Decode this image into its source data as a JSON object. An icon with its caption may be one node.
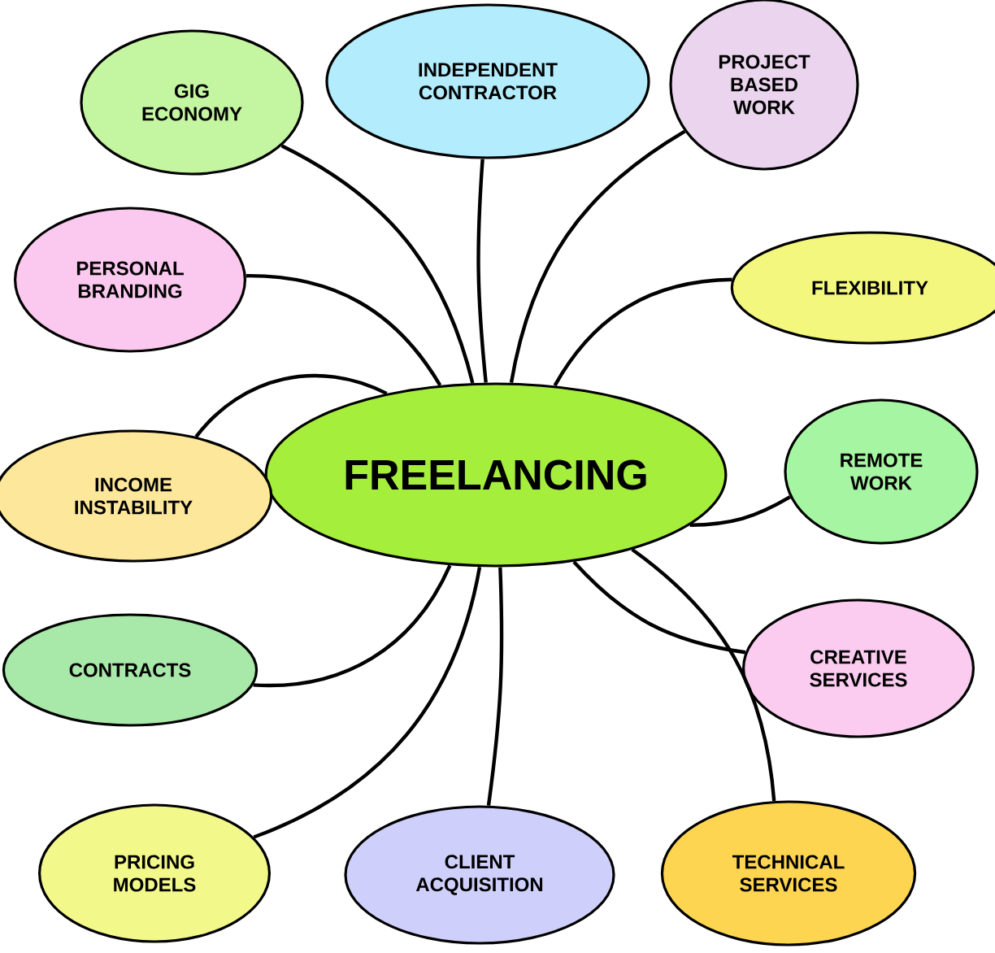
{
  "diagram": {
    "nodes": [
      {
        "text": [
          "FREELANCING"
        ]
      },
      {
        "text": [
          "GIG ECONOMY"
        ]
      },
      {
        "text": [
          "INDEPENDENT CONTRACTOR"
        ]
      },
      {
        "text": [
          "PROJECT BASED WORK"
        ]
      },
      {
        "text": [
          "PERSONAL BRANDING"
        ]
      },
      {
        "text": [
          "FLEXIBILITY"
        ]
      },
      {
        "text": [
          "INCOME INSTABILITY"
        ]
      },
      {
        "text": [
          "REMOTE WORK"
        ]
      },
      {
        "text": [
          "CONTRACTS"
        ]
      },
      {
        "text": [
          "CREATIVE SERVICES"
        ]
      },
      {
        "text": [
          "PRICING MODELS"
        ]
      },
      {
        "text": [
          "CLIENT ACQUISITION"
        ]
      },
      {
        "text": [
          "TECHNICAL SERVICES"
        ]
      }
    ],
    "edges": [
      {
        "from": 0,
        "to": 1,
        "arrow": "none"
      },
      {
        "from": 0,
        "to": 2,
        "arrow": "none"
      },
      {
        "from": 0,
        "to": 3,
        "arrow": "none"
      },
      {
        "from": 0,
        "to": 4,
        "arrow": "none"
      },
      {
        "from": 0,
        "to": 5,
        "arrow": "none"
      },
      {
        "from": 0,
        "to": 6,
        "arrow": "none"
      },
      {
        "from": 0,
        "to": 7,
        "arrow": "none"
      },
      {
        "from": 0,
        "to": 8,
        "arrow": "none"
      },
      {
        "from": 0,
        "to": 9,
        "arrow": "none"
      },
      {
        "from": 0,
        "to": 10,
        "arrow": "none"
      },
      {
        "from": 0,
        "to": 11,
        "arrow": "none"
      },
      {
        "from": 0,
        "to": 12,
        "arrow": "none"
      }
    ]
  }
}
